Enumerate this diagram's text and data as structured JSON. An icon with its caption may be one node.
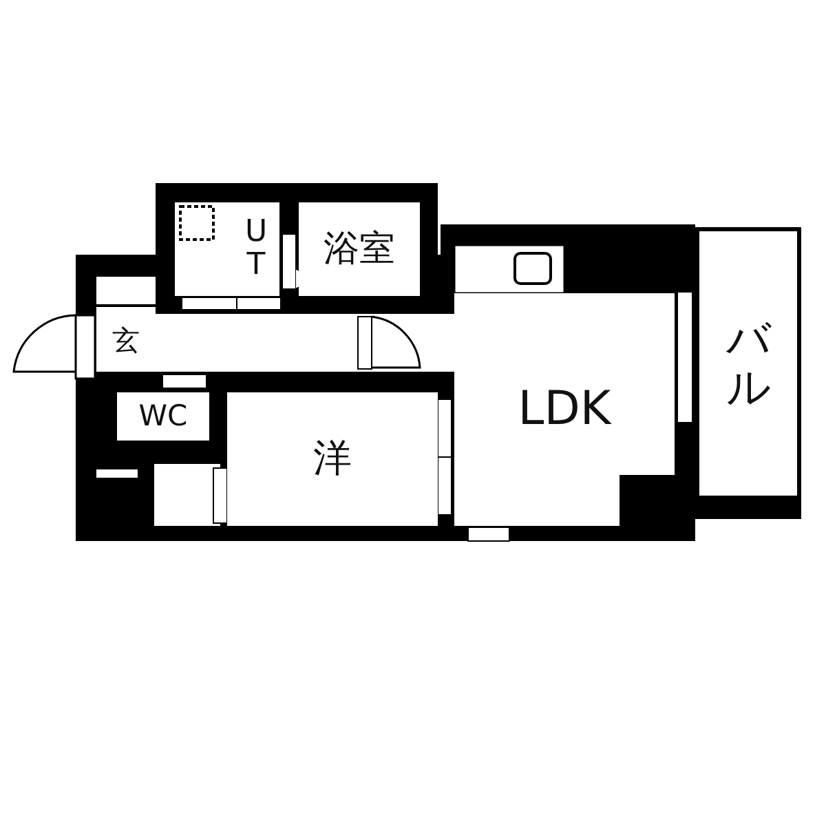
{
  "diagram": {
    "nodes": [
      {
        "text": [
          "U T"
        ]
      },
      {
        "text": [
          "浴室"
        ]
      },
      {
        "text": [
          "玄"
        ]
      },
      {
        "text": [
          "WC"
        ]
      },
      {
        "text": [
          "洋"
        ]
      },
      {
        "text": [
          "LDK"
        ]
      },
      {
        "text": [
          "バル"
        ]
      }
    ]
  }
}
